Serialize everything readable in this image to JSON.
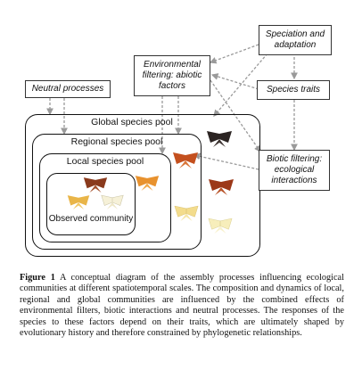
{
  "boxes": {
    "speciation": "Speciation and adaptation",
    "env_filtering": "Environmental filtering: abiotic factors",
    "neutral": "Neutral processes",
    "species_traits": "Species traits",
    "biotic_filtering": "Biotic filtering: ecological interactions"
  },
  "pools": {
    "global": "Global species pool",
    "regional": "Regional species pool",
    "local": "Local species pool",
    "observed": "Observed community"
  },
  "caption": {
    "label": "Figure 1",
    "text": "A conceptual diagram of the assembly processes influencing ecological communities at different spatiotemporal scales. The composition and dynamics of local, regional and global communities are influenced by the combined effects of environmental filters, biotic interactions and neutral processes. The responses of the species to these factors depend on their traits, which are ultimately shaped by evolutionary history and therefore constrained by phylogenetic relationships."
  },
  "colors": {
    "dark_moth": "#2b2422",
    "rust_moth": "#c4501e",
    "brown_moth": "#8a3a1c",
    "orange_moth": "#e8922e",
    "pale_moth": "#f3dc8c",
    "cream_moth": "#f6f1d8",
    "arrow": "#9a9a9a"
  }
}
